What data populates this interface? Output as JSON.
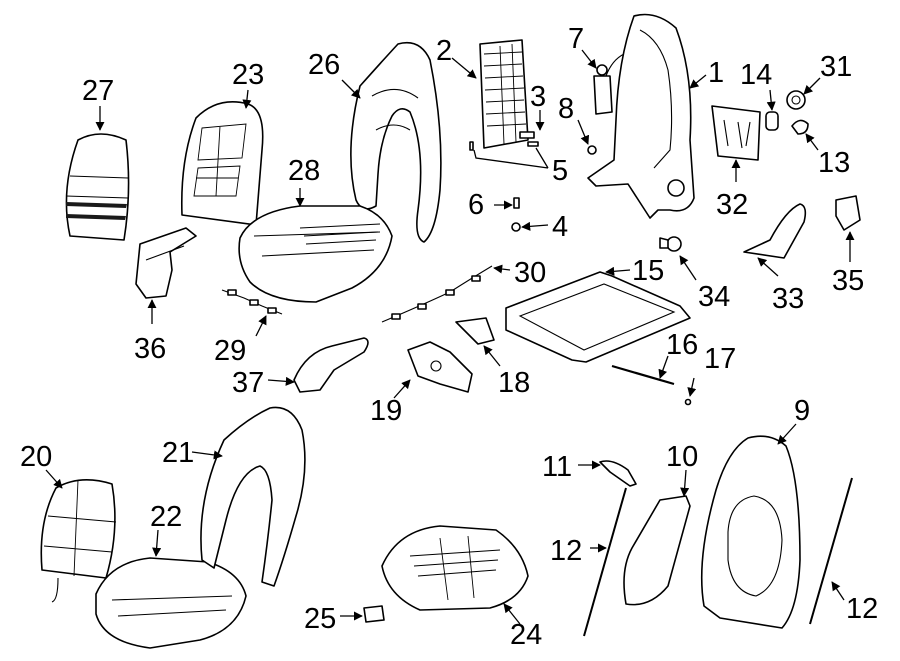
{
  "callouts": [
    "1",
    "2",
    "3",
    "4",
    "5",
    "6",
    "7",
    "8",
    "9",
    "10",
    "11",
    "12",
    "12",
    "13",
    "14",
    "15",
    "16",
    "17",
    "18",
    "19",
    "20",
    "21",
    "22",
    "23",
    "24",
    "25",
    "26",
    "27",
    "28",
    "29",
    "30",
    "31",
    "32",
    "33",
    "34",
    "35",
    "36",
    "37"
  ],
  "colors": {
    "ink": "#000000",
    "paper": "#ffffff"
  }
}
